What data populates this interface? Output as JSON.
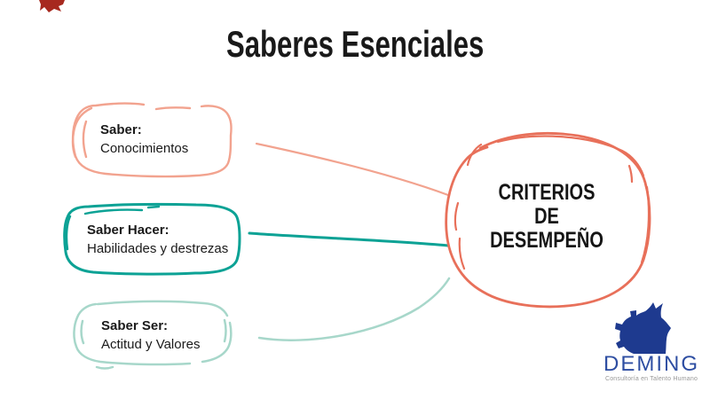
{
  "slide": {
    "title": "Saberes Esenciales"
  },
  "nodes": [
    {
      "label": "Saber:",
      "sublabel": "Conocimientos",
      "color": "#F2A38F"
    },
    {
      "label": "Saber Hacer:",
      "sublabel": "Habilidades y destrezas",
      "color": "#0CA295"
    },
    {
      "label": "Saber Ser:",
      "sublabel": "Actitud y Valores",
      "color": "#A7D7CA"
    }
  ],
  "center": {
    "line1": "CRITERIOS",
    "line2": "DE",
    "line3": "DESEMPEÑO",
    "color": "#E8705A"
  },
  "logo": {
    "wordmark": "DEMING",
    "tagline": "Consultoría en Talento Humano",
    "wordmark_color": "#2E4EA2",
    "mark_color": "#1E3A8F",
    "tagline_color": "#999999"
  },
  "decor": {
    "corner_mark_color": "#A7291F"
  },
  "text_color": "#191919"
}
